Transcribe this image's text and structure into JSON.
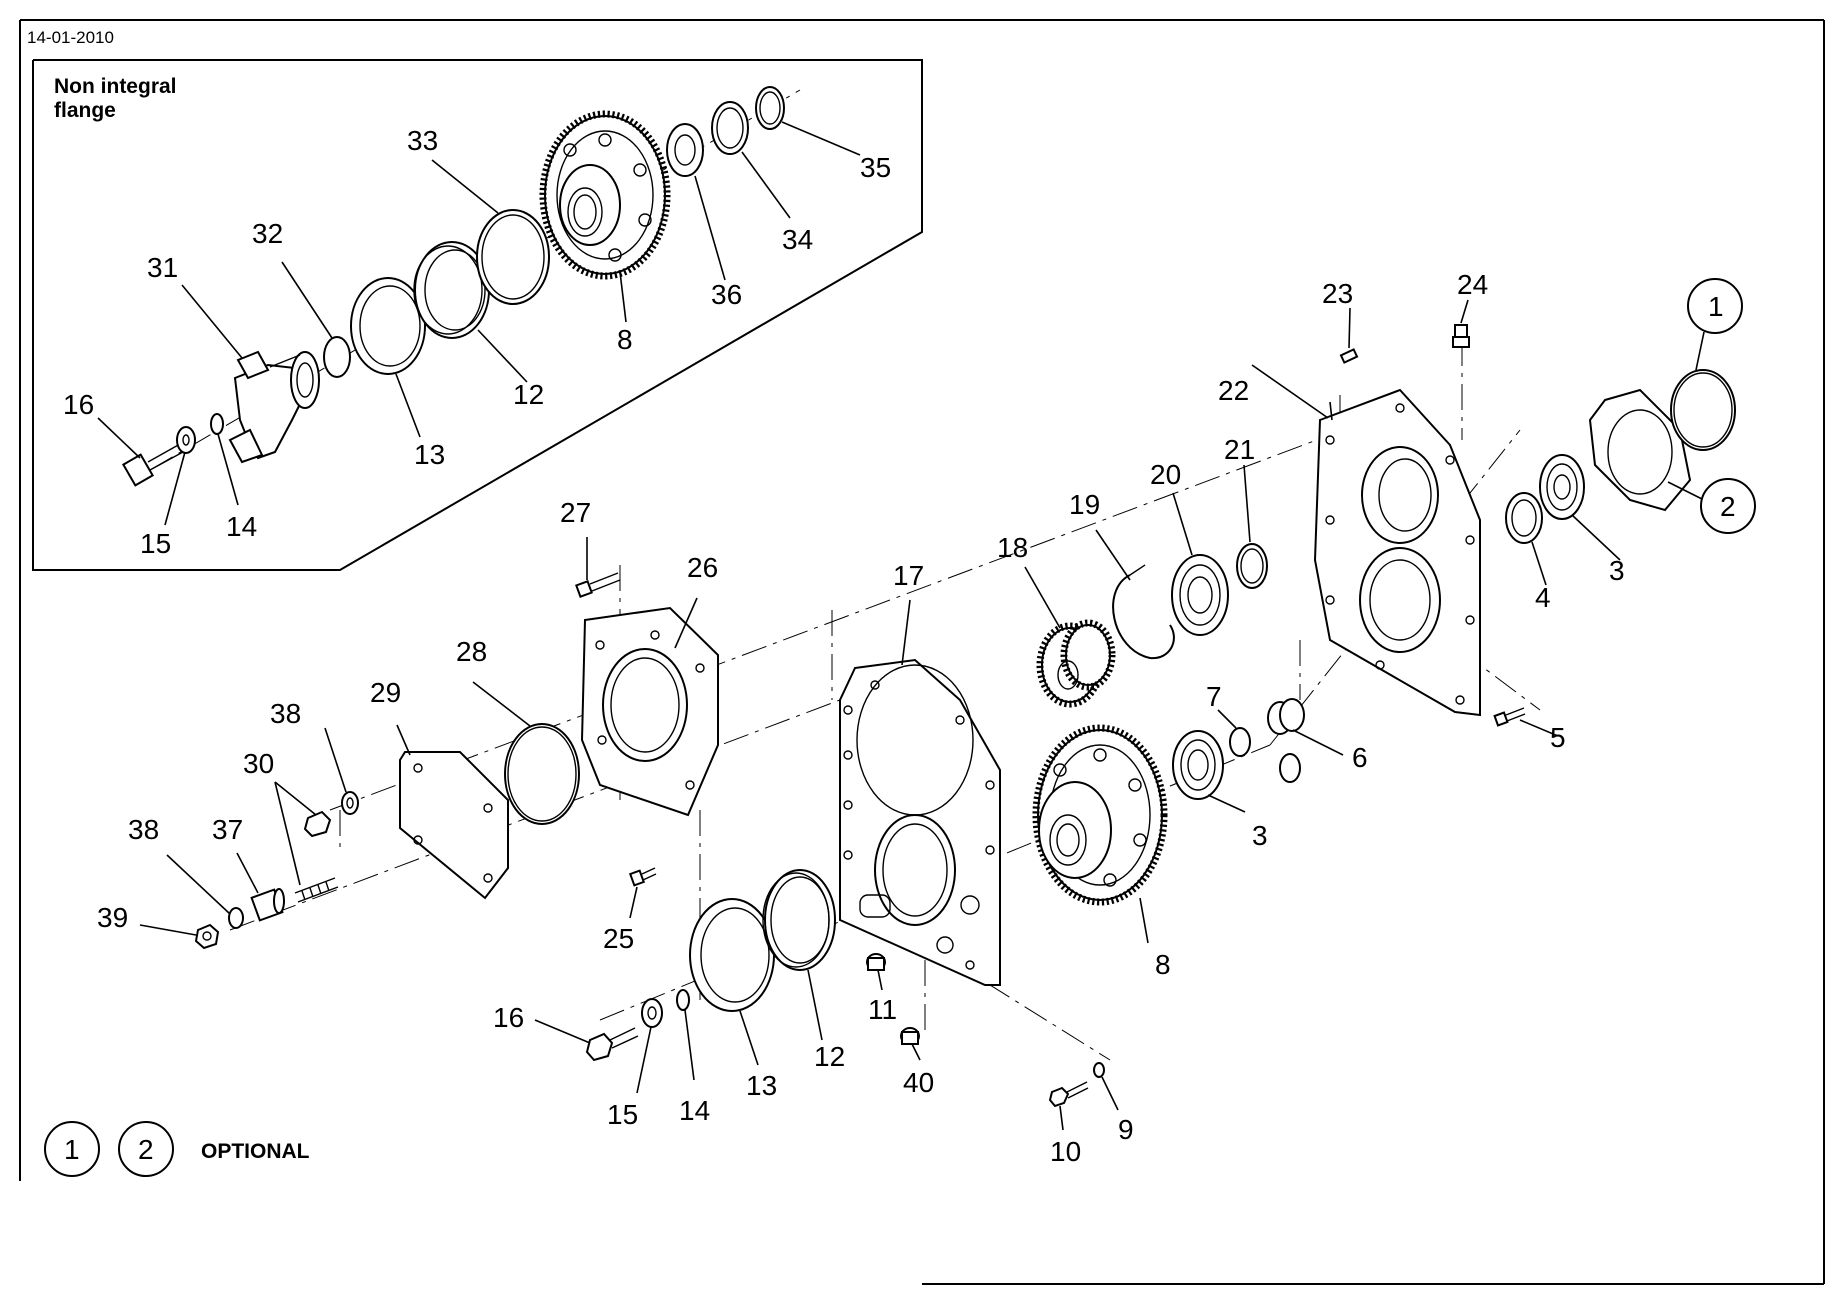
{
  "header": {
    "date": "14-01-2010"
  },
  "inset": {
    "title_line1": "Non integral",
    "title_line2": "flange"
  },
  "legend": {
    "circle_1": "1",
    "circle_2": "2",
    "text": "OPTIONAL"
  },
  "callouts": {
    "c1": "1",
    "c2": "2",
    "n3a": "3",
    "n3b": "3",
    "n4": "4",
    "n5": "5",
    "n6": "6",
    "n7": "7",
    "n8a": "8",
    "n8b": "8",
    "n9": "9",
    "n10": "10",
    "n11": "11",
    "n12a": "12",
    "n12b": "12",
    "n13a": "13",
    "n13b": "13",
    "n14a": "14",
    "n14b": "14",
    "n15a": "15",
    "n15b": "15",
    "n16a": "16",
    "n16b": "16",
    "n17": "17",
    "n18": "18",
    "n19": "19",
    "n20": "20",
    "n21": "21",
    "n22": "22",
    "n23": "23",
    "n24": "24",
    "n25": "25",
    "n26": "26",
    "n27": "27",
    "n28": "28",
    "n29": "29",
    "n30": "30",
    "n31": "31",
    "n32": "32",
    "n33": "33",
    "n34": "34",
    "n35": "35",
    "n36": "36",
    "n37": "37",
    "n38a": "38",
    "n38b": "38",
    "n39": "39",
    "n40": "40"
  }
}
